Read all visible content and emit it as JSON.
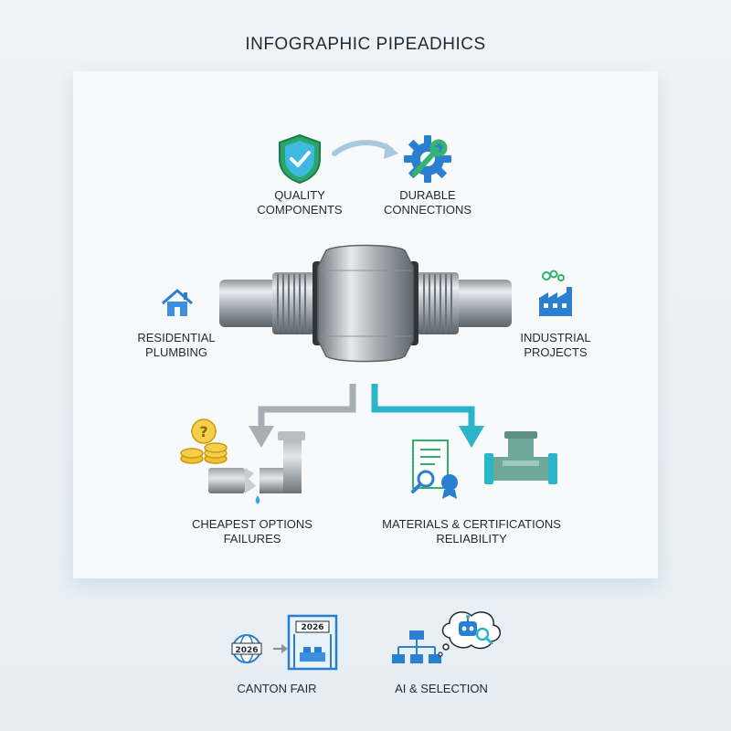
{
  "title": "INFOGRAPHIC PIPEADHICS",
  "top": {
    "quality": {
      "line1": "QUALITY",
      "line2": "COMPONENTS"
    },
    "durable": {
      "line1": "DURABLE",
      "line2": "CONNECTIONS"
    }
  },
  "middle": {
    "residential": {
      "line1": "RESIDENTIAL",
      "line2": "PLUMBING"
    },
    "industrial": {
      "line1": "INDUSTRIAL",
      "line2": "PROJECTS"
    }
  },
  "bottom": {
    "cheap": {
      "line1": "CHEAPEST OPTIONS",
      "line2": "FAILURES"
    },
    "materials": {
      "line1": "MATERIALS & CERTIFICATIONS",
      "line2": "RELIABILITY"
    }
  },
  "footer": {
    "canton": {
      "label": "CANTON FAIR",
      "globe_year": "2026",
      "booth_year": "2026"
    },
    "ai": {
      "label": "AI & SELECTION"
    }
  },
  "colors": {
    "green": "#2eb36b",
    "blue": "#2a7fd0",
    "teal": "#2bb5c9",
    "gray_arrow": "#a9aeb3",
    "gold": "#f2c12e"
  }
}
